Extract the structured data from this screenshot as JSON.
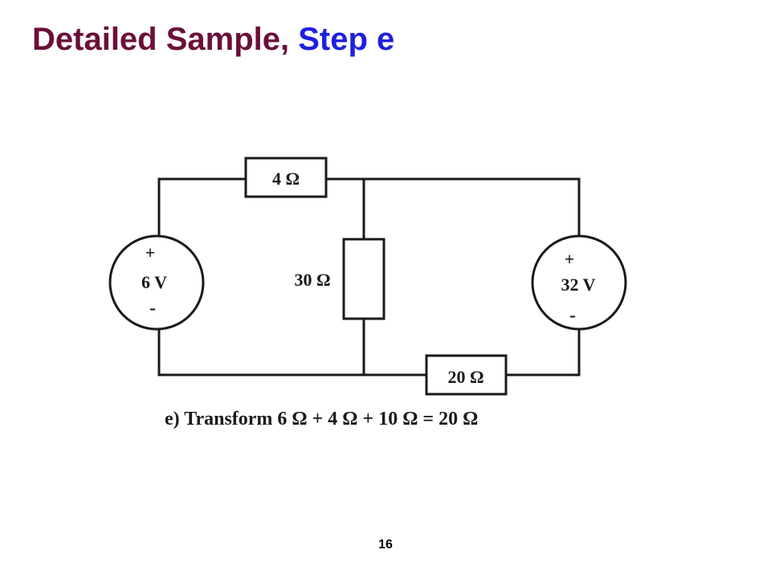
{
  "slide": {
    "title_main": "Detailed Sample,",
    "title_accent": "Step e",
    "title_colors": {
      "main": "#6b0f3a",
      "accent": "#1f1fe0"
    },
    "page_number": "16"
  },
  "circuit": {
    "resistors": [
      {
        "id": "r-top",
        "label": "4 Ω"
      },
      {
        "id": "r-middle",
        "label": "30 Ω"
      },
      {
        "id": "r-bottom",
        "label": "20 Ω"
      }
    ],
    "sources": [
      {
        "id": "v-left",
        "plus": "+",
        "value": "6 V",
        "minus": "-"
      },
      {
        "id": "v-right",
        "plus": "+",
        "value": "32 V",
        "minus": "-"
      }
    ],
    "caption": "e) Transform 6 Ω + 4 Ω + 10 Ω = 20 Ω"
  }
}
